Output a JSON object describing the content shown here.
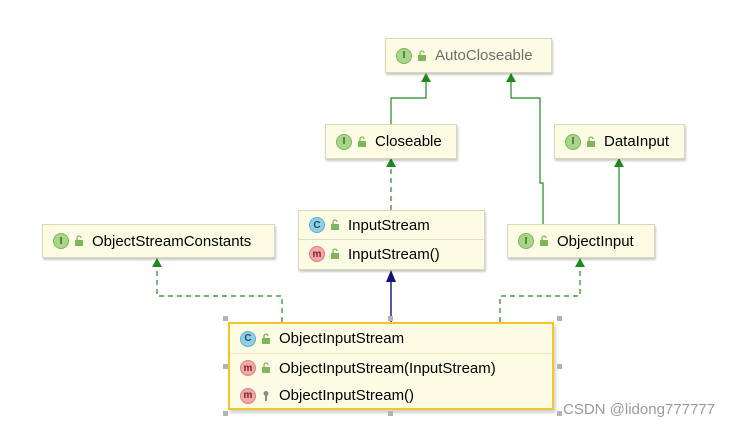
{
  "nodes": {
    "autocloseable": {
      "kind": "I",
      "title": "AutoCloseable"
    },
    "closeable": {
      "kind": "I",
      "title": "Closeable"
    },
    "datainput": {
      "kind": "I",
      "title": "DataInput"
    },
    "objectstreamconstants": {
      "kind": "I",
      "title": "ObjectStreamConstants"
    },
    "inputstream": {
      "kind": "C",
      "title": "InputStream",
      "members": [
        {
          "kind": "m",
          "label": "InputStream()"
        }
      ]
    },
    "objectinput": {
      "kind": "I",
      "title": "ObjectInput"
    },
    "objectinputstream": {
      "kind": "C",
      "title": "ObjectInputStream",
      "members": [
        {
          "kind": "m",
          "label": "ObjectInputStream(InputStream)"
        },
        {
          "kind": "m",
          "label": "ObjectInputStream()"
        }
      ]
    }
  },
  "colors": {
    "implements_edge": "#1e8a1e",
    "extends_edge": "#12127a",
    "node_fill": "#fcfce4",
    "selected_border": "#f5c526"
  },
  "watermark": "CSDN @lidong777777"
}
